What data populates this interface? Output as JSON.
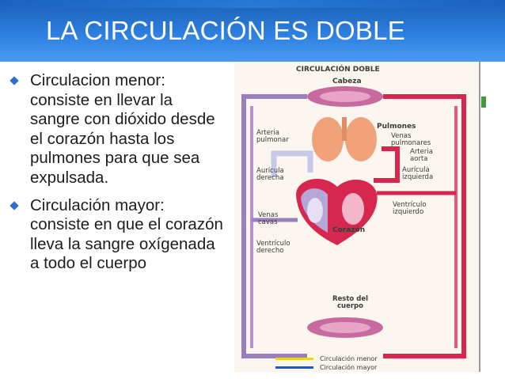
{
  "slide": {
    "title": "LA CIRCULACIÓN ES DOBLE",
    "bullets": [
      "Circulacion menor: consiste en llevar la sangre con dióxido desde el corazón hasta los pulmones para que sea expulsada.",
      "Circulación mayor: consiste en que el corazón lleva la sangre oxígenada a todo el cuerpo"
    ]
  },
  "diagram": {
    "title": "CIRCULACIÓN DOBLE",
    "labels": {
      "head": "Cabeza",
      "lungs": "Pulmones",
      "pulmonary_artery": [
        "Arteria",
        "pulmonar"
      ],
      "pulmonary_veins": [
        "Venas",
        "pulmonares"
      ],
      "aorta": [
        "Arteria",
        "aorta"
      ],
      "left_atrium": [
        "Aurícula",
        "izquierda"
      ],
      "right_atrium": [
        "Aurícula",
        "derecha"
      ],
      "vena_cava": [
        "Venas",
        "cavas"
      ],
      "left_ventricle": [
        "Ventrículo",
        "izquierdo"
      ],
      "right_ventricle": [
        "Ventrículo",
        "derecho"
      ],
      "heart": "Corazón",
      "rest_of_body": [
        "Resto del",
        "cuerpo"
      ]
    },
    "legend": [
      {
        "label": "Circulación menor",
        "color": "#f2d21c"
      },
      {
        "label": "Circulación mayor",
        "color": "#2456c8"
      }
    ]
  },
  "colors": {
    "header": "#2d7fe0",
    "bullet": "#2a6fd0",
    "oxygenated": "#d6284f",
    "deoxygenated": "#9a7fbf"
  }
}
